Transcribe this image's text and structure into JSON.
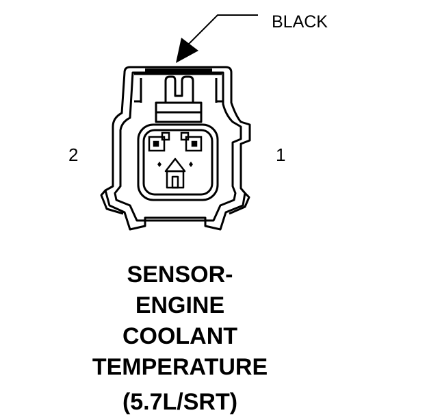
{
  "wire_color_label": "BLACK",
  "pin_labels": {
    "left": "2",
    "right": "1"
  },
  "title_lines": [
    "SENSOR-",
    "ENGINE",
    "COOLANT",
    "TEMPERATURE",
    "(5.7L/SRT)"
  ]
}
